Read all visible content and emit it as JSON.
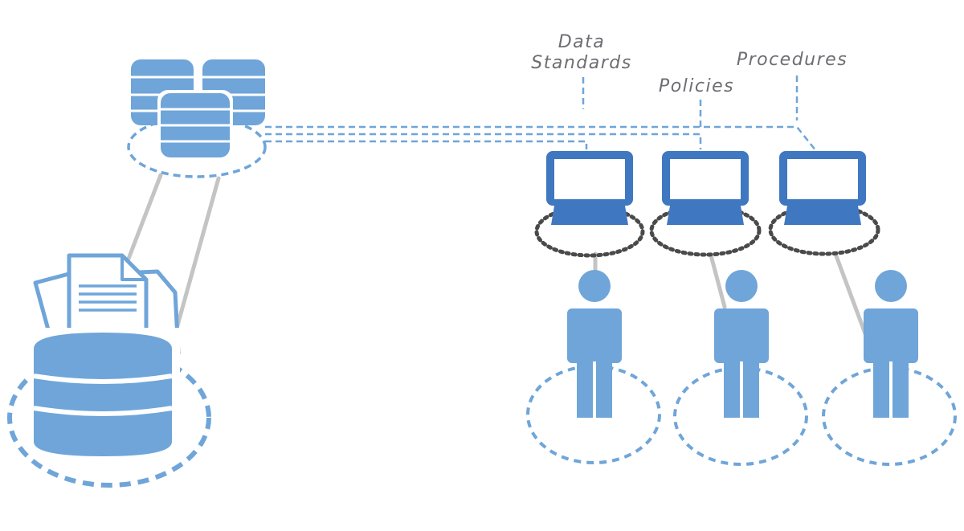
{
  "labels": {
    "data_standards_line1": "Data",
    "data_standards_line2": "Standards",
    "policies": "Policies",
    "procedures": "Procedures"
  },
  "colors": {
    "light_blue": "#6fa5d9",
    "dark_blue": "#3f78c0",
    "gray_line": "#c4c4c4",
    "dotted_gray": "#4a4a4a",
    "label_gray": "#6d6d72"
  },
  "icons": {
    "database_cluster": "database-cluster-icon",
    "main_database": "database-icon",
    "documents": "document-stack-icon",
    "monitor": "monitor-icon",
    "person": "person-icon"
  }
}
